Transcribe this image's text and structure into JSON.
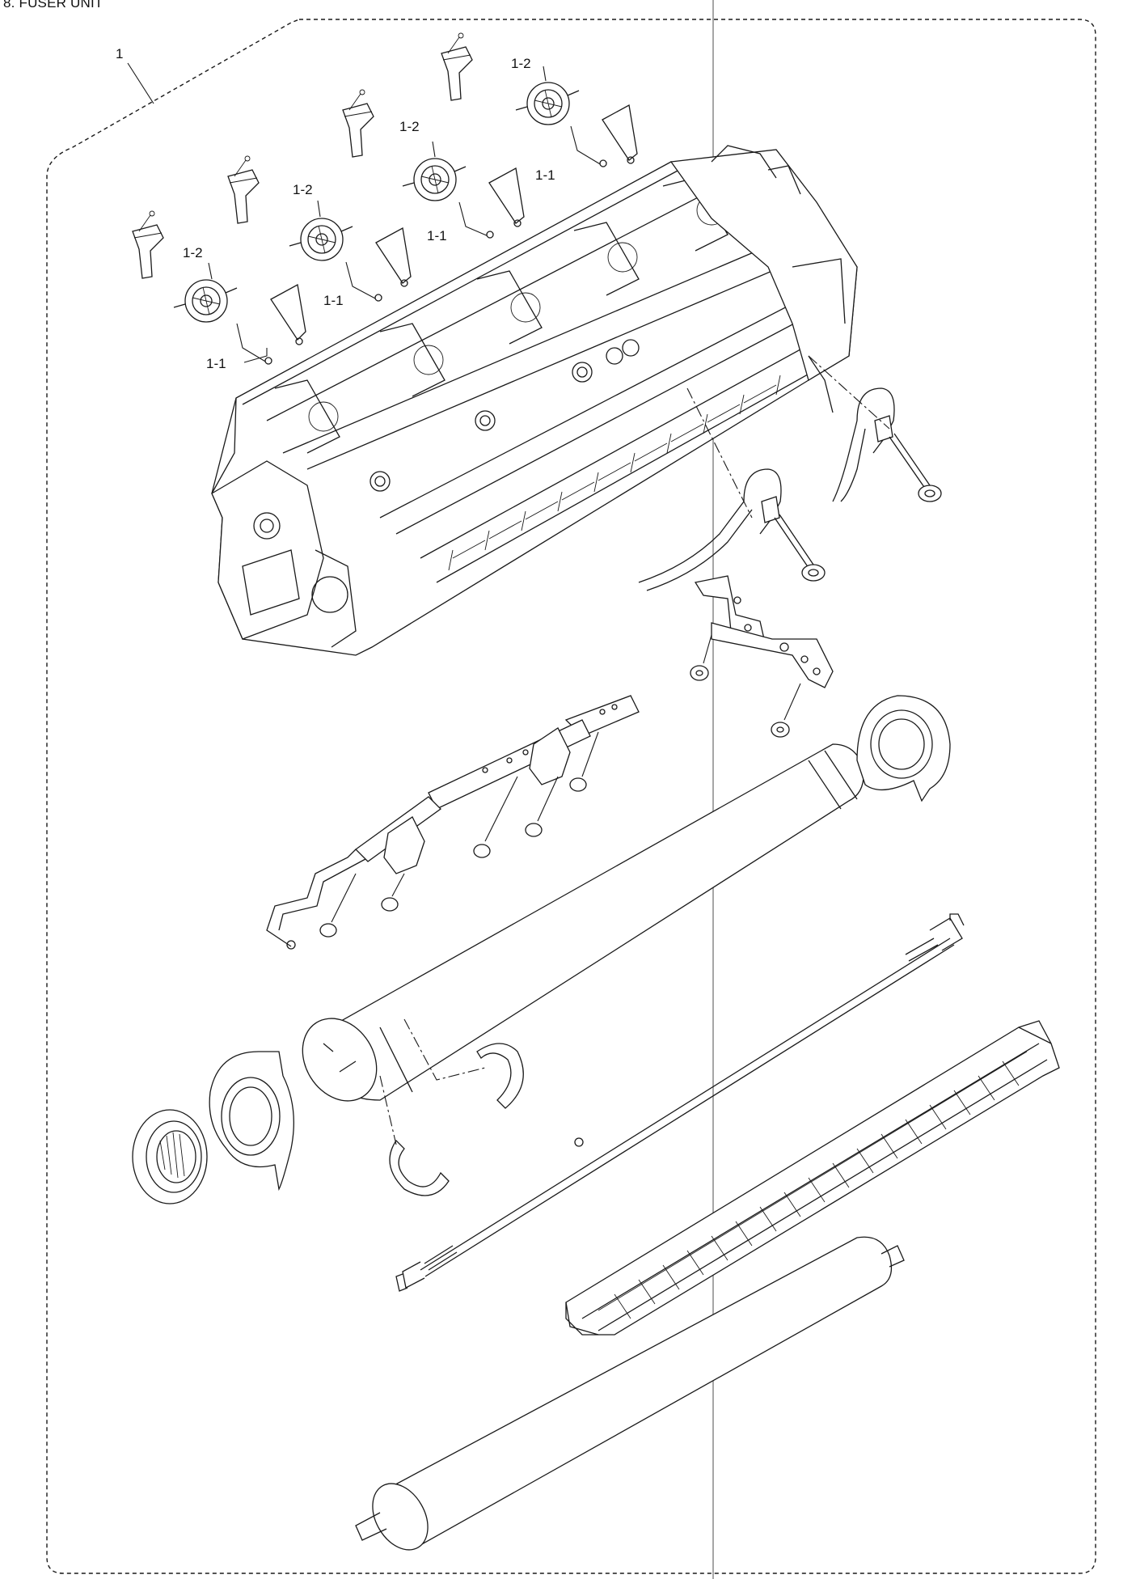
{
  "diagram": {
    "title": "8. FUSER UNIT",
    "callouts": {
      "assembly": "1",
      "lever_top": "1-2",
      "spring_top": "1-1",
      "lever_2": "1-2",
      "spring_2": "1-1",
      "lever_3": "1-2",
      "spring_3": "1-1",
      "lever_4": "1-2",
      "spring_4": "1-1"
    }
  }
}
